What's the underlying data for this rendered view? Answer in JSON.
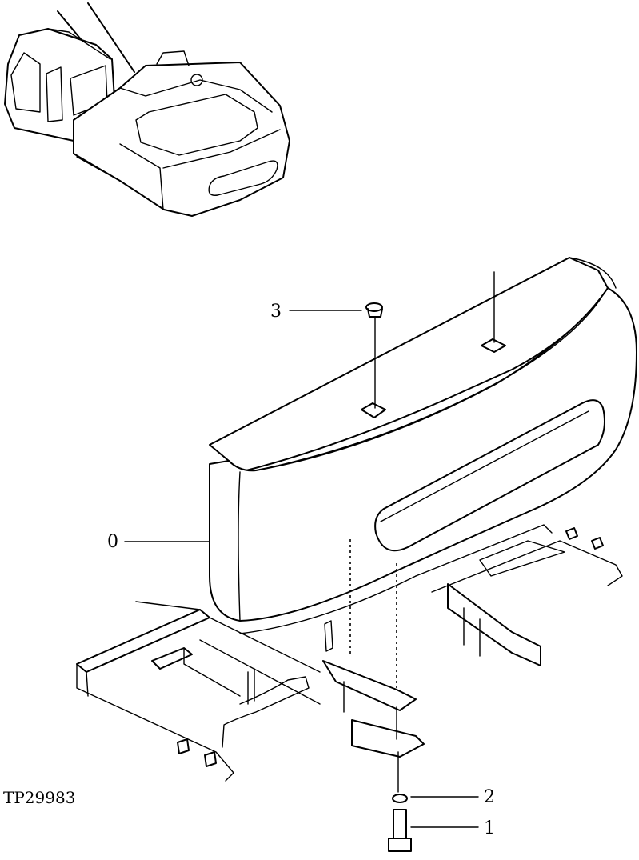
{
  "figure_id": "TP29983",
  "callouts": [
    {
      "number": "0",
      "part": "counterweight"
    },
    {
      "number": "1",
      "part": "bolt"
    },
    {
      "number": "2",
      "part": "washer"
    },
    {
      "number": "3",
      "part": "plug"
    }
  ]
}
